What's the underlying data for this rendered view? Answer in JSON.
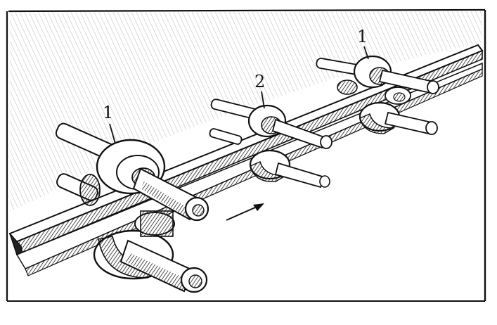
{
  "labels": {
    "roll_left": "1",
    "roll_middle": "2",
    "roll_right": "1"
  },
  "colors": {
    "ink": "#111111",
    "paper": "#ffffff"
  }
}
